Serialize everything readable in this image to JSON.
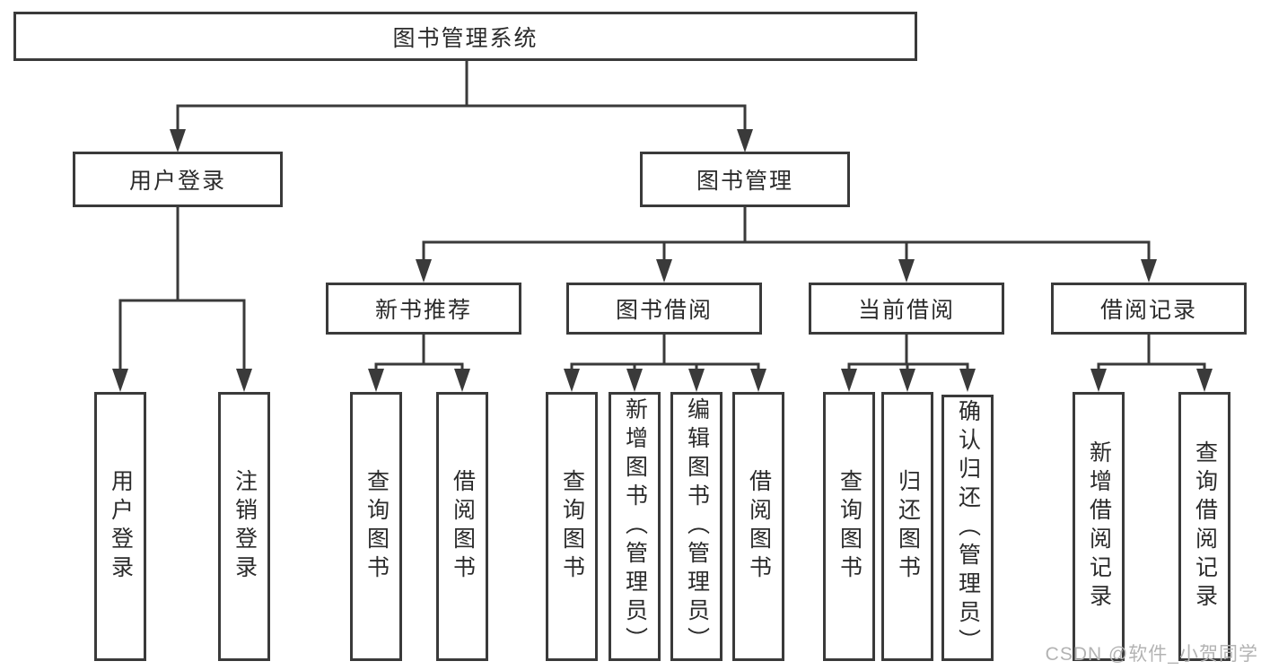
{
  "diagram": {
    "title_hint": "library management system functional structure",
    "root": "图书管理系统",
    "branches": [
      {
        "label": "用户登录",
        "children": [
          {
            "label": "用户登录"
          },
          {
            "label": "注销登录"
          }
        ]
      },
      {
        "label": "图书管理",
        "sections": [
          {
            "label": "新书推荐",
            "children": [
              {
                "label": "查询图书"
              },
              {
                "label": "借阅图书"
              }
            ]
          },
          {
            "label": "图书借阅",
            "children": [
              {
                "label": "查询图书"
              },
              {
                "label": "新增图书（管理员）"
              },
              {
                "label": "编辑图书（管理员）"
              },
              {
                "label": "借阅图书"
              }
            ]
          },
          {
            "label": "当前借阅",
            "children": [
              {
                "label": "查询图书"
              },
              {
                "label": "归还图书"
              },
              {
                "label": "确认归还（管理员）"
              }
            ]
          },
          {
            "label": "借阅记录",
            "children": [
              {
                "label": "新增借阅记录"
              },
              {
                "label": "查询借阅记录"
              }
            ]
          }
        ]
      }
    ]
  },
  "watermark": "CSDN @软件_小贺同学",
  "colors": {
    "line": "#3a3a3a",
    "text": "#2b2b2b",
    "watermark": "#b3b3b3",
    "background": "#ffffff"
  }
}
